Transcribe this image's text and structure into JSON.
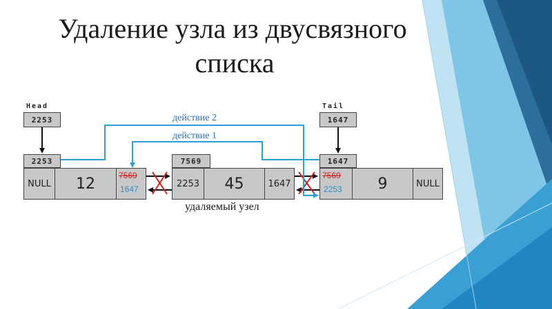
{
  "title_line1": "Удаление узла из двусвязного",
  "title_line2": "списка",
  "head_label": "Head",
  "tail_label": "Tail",
  "head_ptr": "2253",
  "tail_ptr": "1647",
  "nodes": [
    {
      "addr": "2253",
      "prev": "NULL",
      "value": "12",
      "next_old": "7569",
      "next_new": "1647"
    },
    {
      "addr": "7569",
      "prev": "2253",
      "value": "45",
      "next": "1647"
    },
    {
      "addr": "1647",
      "prev_old": "7569",
      "prev_new": "2253",
      "value": "9",
      "next": "NULL"
    }
  ],
  "action2": "действие 2",
  "action1": "действие 1",
  "caption": "удаляемый узел",
  "colors": {
    "accent_blue": "#2a9fd6",
    "strike_red": "#d02020",
    "box_gray": "#c8c8c8"
  }
}
